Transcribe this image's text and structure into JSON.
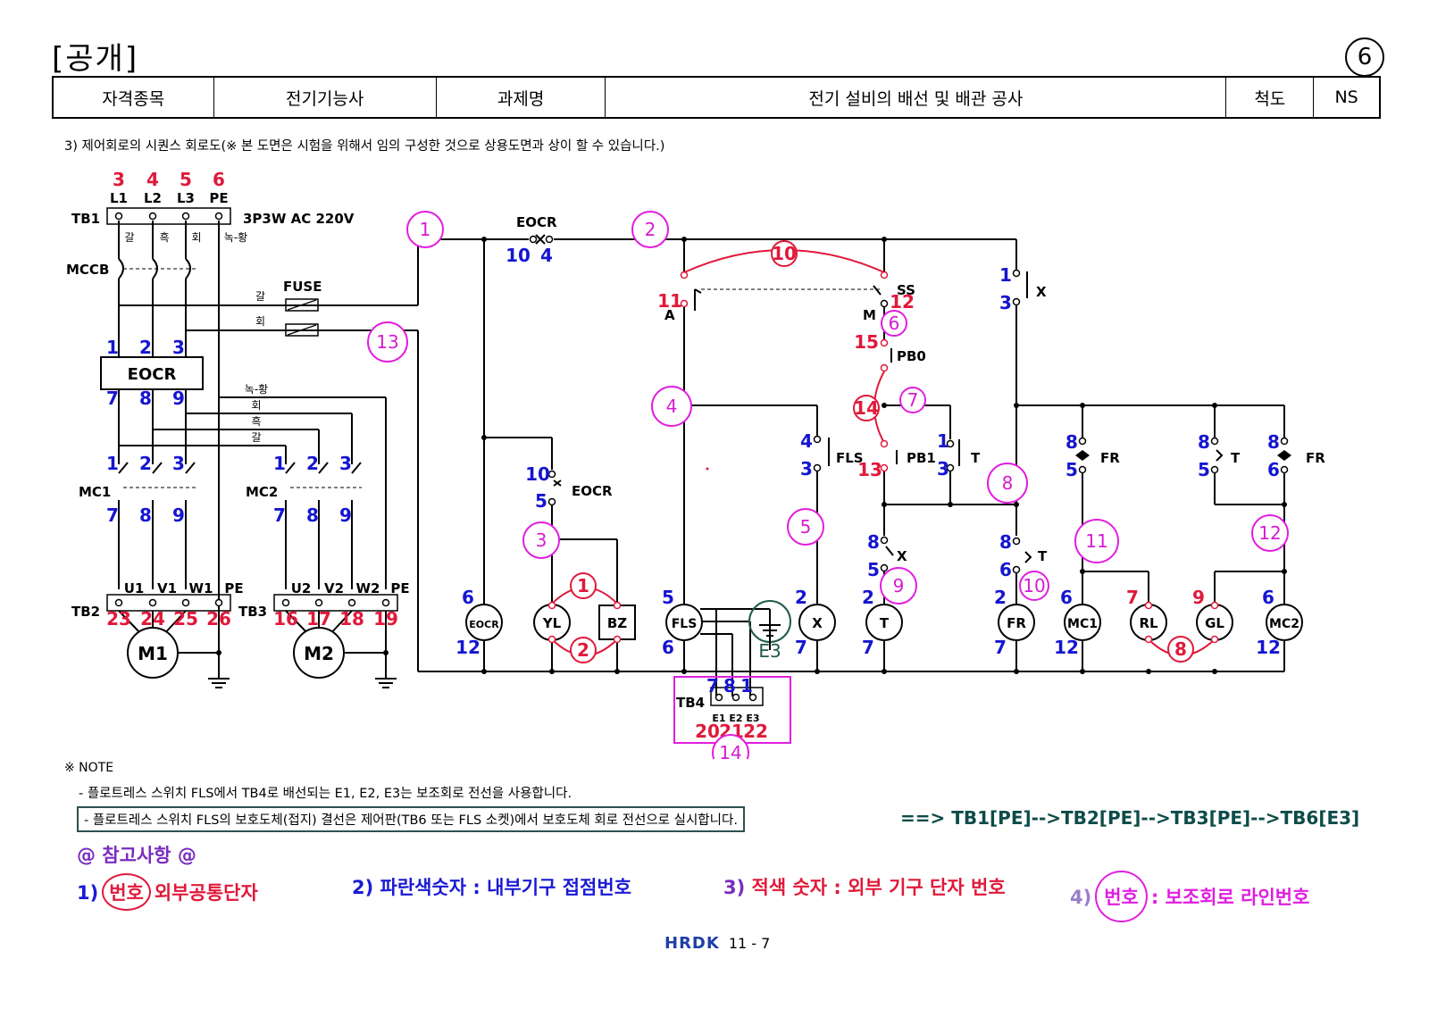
{
  "header": {
    "page_title": "[공개]",
    "sheet_no": "6",
    "cells": [
      {
        "text": "자격종목",
        "w": 180
      },
      {
        "text": "전기기능사",
        "w": 250
      },
      {
        "text": "과제명",
        "w": 190
      },
      {
        "text": "전기 설비의 배선 및 배관 공사",
        "w": 697
      },
      {
        "text": "척도",
        "w": 98
      },
      {
        "text": "NS",
        "w": 73
      }
    ],
    "subtitle": "3) 제어회로의 시퀀스 회로도(※ 본 도면은 시험을 위해서 임의 구성한 것으로 상용도면과 상이 할 수 있습니다.)"
  },
  "diagram": {
    "colors": {
      "black": "#000000",
      "blue": "#1515d0",
      "red": "#e0193a",
      "magenta": "#d51cd2",
      "green": "#1f5a4a"
    },
    "left": {
      "tb1_label": "TB1",
      "tb1_terms_red": [
        "3",
        "4",
        "5",
        "6"
      ],
      "tb1_terms": [
        "L1",
        "L2",
        "L3",
        "PE"
      ],
      "supply": "3P3W AC 220V",
      "wire_colors": [
        "갈",
        "흑",
        "회",
        "녹-황"
      ],
      "mccb": "MCCB",
      "fuse": "FUSE",
      "fuse_wire1": "갈",
      "fuse_wire2": "회",
      "eocr_box": "EOCR",
      "eocr_in": [
        "1",
        "2",
        "3"
      ],
      "eocr_out": [
        "7",
        "8",
        "9"
      ],
      "bus_colors": [
        "녹-황",
        "회",
        "흑",
        "갈"
      ],
      "mc1": "MC1",
      "mc2": "MC2",
      "mc_top": [
        "1",
        "2",
        "3"
      ],
      "mc_bot": [
        "7",
        "8",
        "9"
      ],
      "tb2": "TB2",
      "tb3": "TB3",
      "tb2_terms": [
        "U1",
        "V1",
        "W1",
        "PE"
      ],
      "tb3_terms": [
        "U2",
        "V2",
        "W2",
        "PE"
      ],
      "tb2_red": [
        "23",
        "24",
        "25",
        "26"
      ],
      "tb3_red": [
        "16",
        "17",
        "18",
        "19"
      ],
      "m1": "M1",
      "m2": "M2"
    },
    "control": {
      "eocr_top": "EOCR",
      "eocr_top_nums": [
        "10",
        "4"
      ],
      "eocr_contact": "EOCR",
      "eocr_contact_nums": [
        "10",
        "5"
      ],
      "ss": "SS",
      "ss_a": "A",
      "ss_m": "M",
      "ss_nums": [
        "11",
        "12"
      ],
      "pb0": "PB0",
      "pb0_num": "15",
      "pb1": "PB1",
      "pb1_num": "13",
      "fls": "FLS",
      "fls_nums": [
        "4",
        "3"
      ],
      "t_contact_nums": [
        "1",
        "3"
      ],
      "x_contact_nums": [
        "1",
        "3"
      ],
      "x_label": "X",
      "t_label": "T",
      "x_lower_nums": [
        "8",
        "5"
      ],
      "t_lower_nums": [
        "8",
        "6"
      ],
      "fr_nums_1": [
        "8",
        "5"
      ],
      "fr_label": "FR",
      "t2_nums": [
        "8",
        "5"
      ],
      "fr2_nums": [
        "8",
        "6"
      ],
      "coils": [
        {
          "label": "EOCR",
          "top": "6",
          "bot": "12"
        },
        {
          "label": "YL",
          "top": "",
          "bot": ""
        },
        {
          "label": "BZ",
          "top": "",
          "bot": ""
        },
        {
          "label": "FLS",
          "top": "5",
          "bot": "6"
        },
        {
          "label": "X",
          "top": "2",
          "bot": "7"
        },
        {
          "label": "T",
          "top": "2",
          "bot": "7"
        },
        {
          "label": "FR",
          "top": "2",
          "bot": "7"
        },
        {
          "label": "MC1",
          "top": "6",
          "bot": "12"
        },
        {
          "label": "RL",
          "top": "7",
          "bot": ""
        },
        {
          "label": "GL",
          "top": "9",
          "bot": ""
        },
        {
          "label": "MC2",
          "top": "6",
          "bot": "12"
        }
      ],
      "e3": "E3",
      "tb4": "TB4",
      "tb4_nums": [
        "7",
        "8",
        "1"
      ],
      "tb4_terms": [
        "E1",
        "E2",
        "E3"
      ],
      "tb4_red": [
        "20",
        "21",
        "22"
      ],
      "line_nums": [
        "1",
        "2",
        "3",
        "4",
        "5",
        "6",
        "7",
        "8",
        "9",
        "10",
        "11",
        "12",
        "13",
        "14"
      ],
      "red_circles": [
        "1",
        "2",
        "8",
        "10",
        "14"
      ]
    }
  },
  "notes": {
    "label": "※ NOTE",
    "line1": "- 플로트레스 스위치 FLS에서 TB4로 배선되는 E1, E2, E3는 보조회로 전선을 사용합니다.",
    "line2": "- 플로트레스 스위치 FLS의 보호도체(접지) 결선은 제어판(TB6 또는 FLS 소켓)에서 보호도체 회로 전선으로 실시합니다.",
    "line2_arrow": "==> TB1[PE]-->TB2[PE]-->TB3[PE]-->TB6[E3]"
  },
  "reference": {
    "title": "@ 참고사항 @",
    "r1_pre": "1)",
    "r1_circ": "번호",
    "r1_text": "외부공통단자",
    "r2": "2) 파란색숫자 : 내부기구 접점번호",
    "r3_pre": "3)",
    "r3_text": "적색 숫자 : 외부 기구 단자 번호",
    "r4_pre": "4)",
    "r4_circ": "번호",
    "r4_text": ": 보조회로 라인번호"
  },
  "footer": {
    "logo": "HRDK",
    "page": "11 - 7"
  }
}
